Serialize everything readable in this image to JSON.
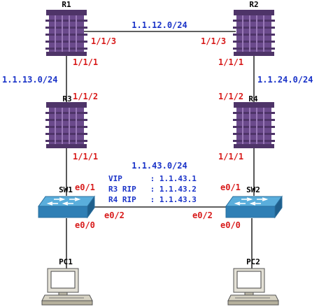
{
  "colors": {
    "router": "#6b4a8c",
    "router_dark": "#4e3468",
    "router_light": "#9a7ab8",
    "switch_top": "#5aaedc",
    "switch_front": "#2f7fb5",
    "subnet_text": "#1a33c8",
    "port_text": "#d81b1b",
    "link": "#000000"
  },
  "routers": {
    "r1": {
      "name": "R1",
      "icon": "router-icon"
    },
    "r2": {
      "name": "R2",
      "icon": "router-icon"
    },
    "r3": {
      "name": "R3",
      "icon": "router-icon"
    },
    "r4": {
      "name": "R4",
      "icon": "router-icon"
    }
  },
  "switches": {
    "sw1": {
      "name": "SW1",
      "icon": "switch-icon"
    },
    "sw2": {
      "name": "SW2",
      "icon": "switch-icon"
    }
  },
  "pcs": {
    "pc1": {
      "name": "PC1",
      "icon": "pc-icon"
    },
    "pc2": {
      "name": "PC2",
      "icon": "pc-icon"
    }
  },
  "subnets": {
    "r1_r2": "1.1.12.0/24",
    "r1_r3": "1.1.13.0/24",
    "r2_r4": "1.1.24.0/24",
    "lan": "1.1.43.0/24"
  },
  "ports": {
    "r1_to_r2": "1/1/3",
    "r2_to_r1": "1/1/3",
    "r1_to_r3": "1/1/1",
    "r2_to_r4": "1/1/1",
    "r3_to_r1": "1/1/2",
    "r4_to_r2": "1/1/2",
    "r3_to_sw1": "1/1/1",
    "r4_to_sw2": "1/1/1",
    "sw1_to_r3": "e0/1",
    "sw2_to_r4": "e0/1",
    "sw1_to_sw2": "e0/2",
    "sw2_to_sw1": "e0/2",
    "sw1_to_pc1": "e0/0",
    "sw2_to_pc2": "e0/0"
  },
  "vrrp": {
    "vip": "VIP      : 1.1.43.1",
    "r3_rip": "R3 RIP   : 1.1.43.2",
    "r4_rip": "R4 RIP   : 1.1.43.3"
  }
}
